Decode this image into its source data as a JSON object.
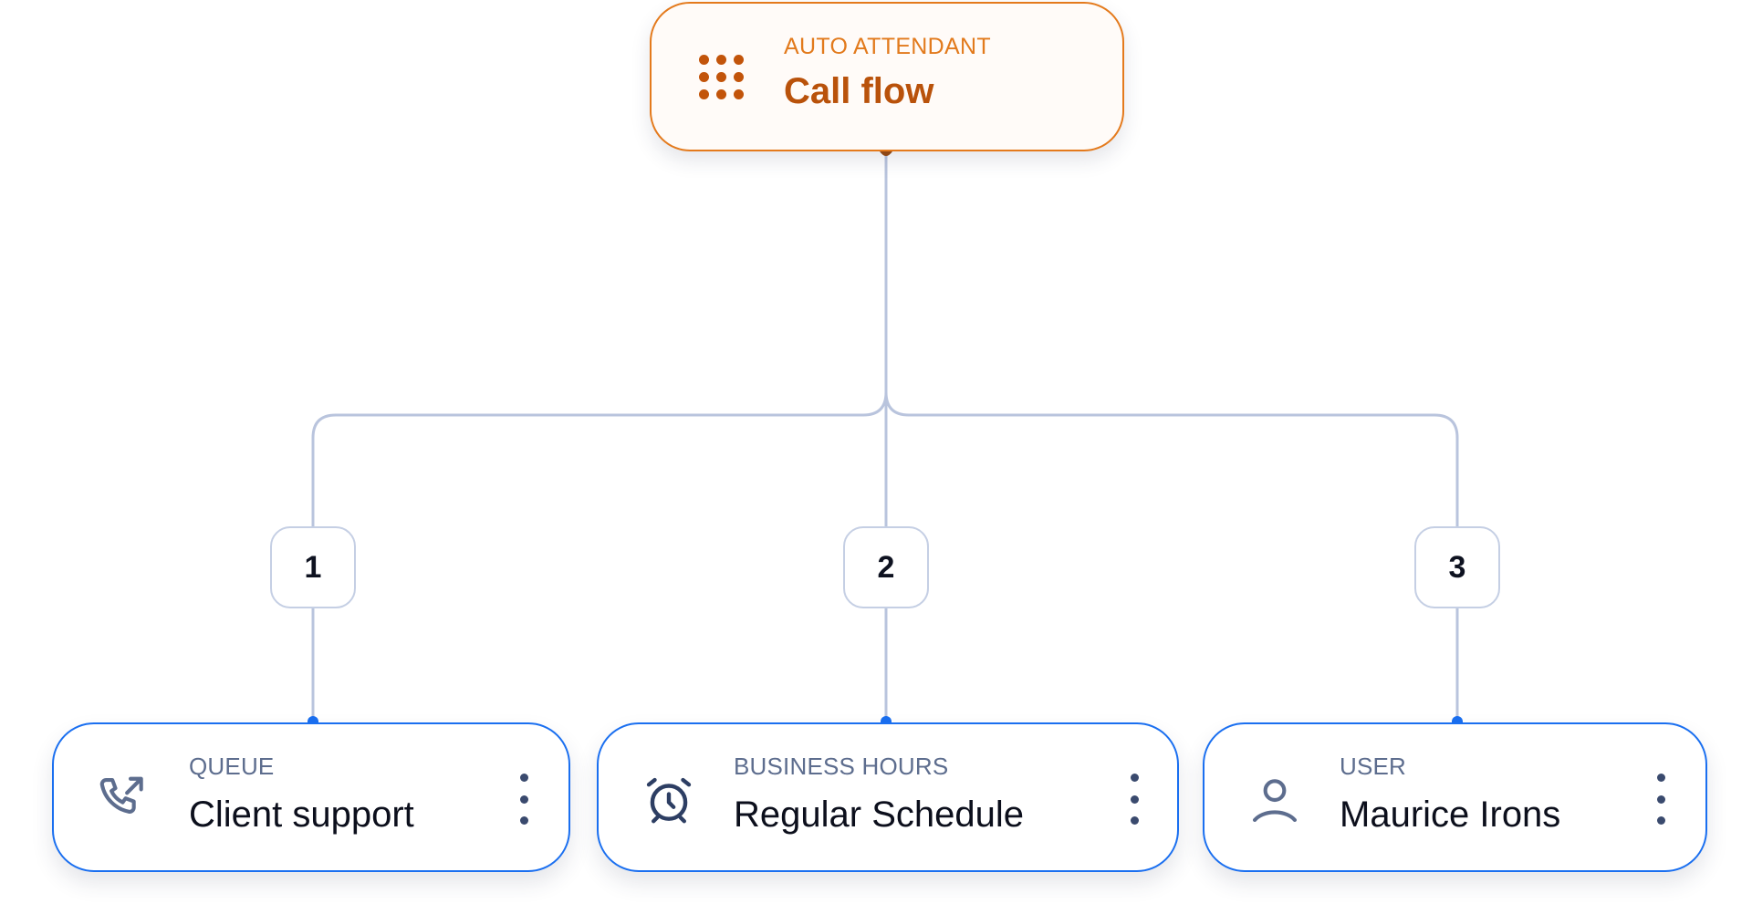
{
  "diagram": {
    "root": {
      "type_label": "AUTO ATTENDANT",
      "title": "Call flow",
      "icon": "dialpad-icon",
      "accent_color": "#e47a1c",
      "text_color": "#b9520b"
    },
    "connector_color": "#b9c4dd",
    "branches": [
      {
        "key": "1",
        "node": {
          "type_label": "QUEUE",
          "title": "Client support",
          "icon": "phone-outgoing-icon",
          "menu_icon": "kebab-menu-icon"
        }
      },
      {
        "key": "2",
        "node": {
          "type_label": "BUSINESS HOURS",
          "title": "Regular Schedule",
          "icon": "alarm-clock-icon",
          "menu_icon": "kebab-menu-icon"
        }
      },
      {
        "key": "3",
        "node": {
          "type_label": "USER",
          "title": "Maurice Irons",
          "icon": "user-icon",
          "menu_icon": "kebab-menu-icon"
        }
      }
    ],
    "node_border_color": "#1a6ff0"
  }
}
